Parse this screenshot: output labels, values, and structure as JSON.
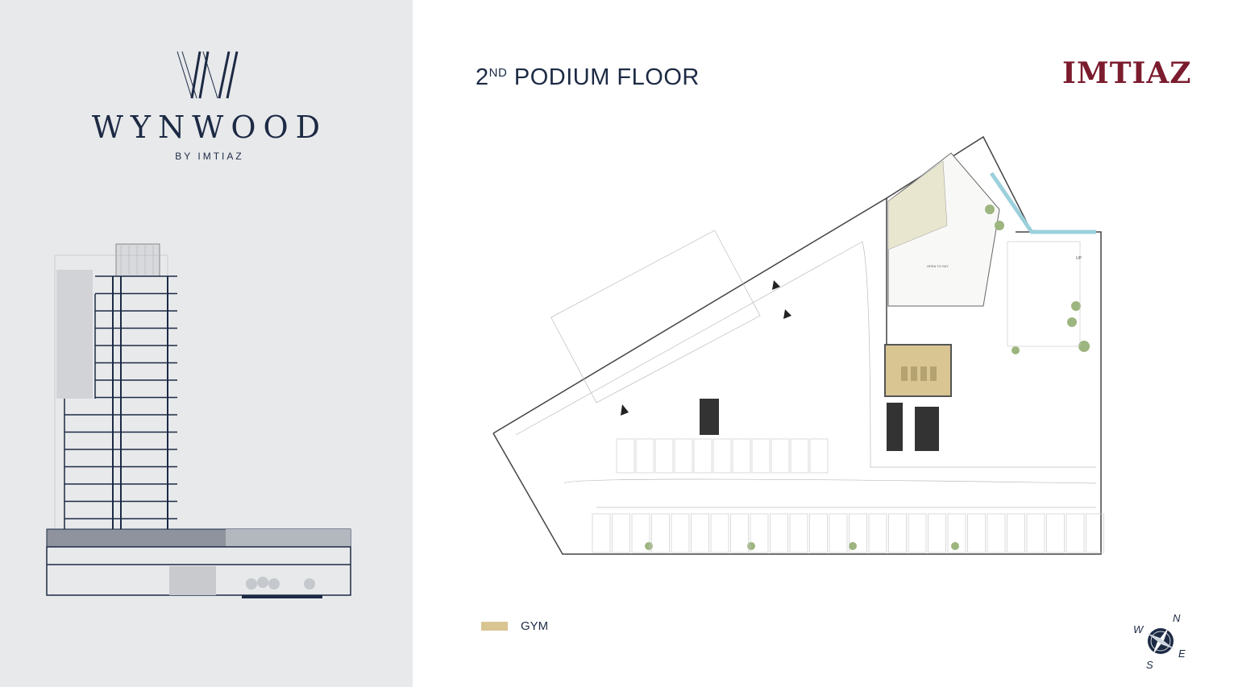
{
  "brand": {
    "name": "WYNWOOD",
    "subtitle": "BY IMTIAZ",
    "developer_logo": "IMTIAZ"
  },
  "page": {
    "title_number": "2",
    "title_suffix": "ND",
    "title_rest": " PODIUM FLOOR"
  },
  "plan_labels": {
    "open_to_sky": "OPEN TO SKY",
    "up": "UP"
  },
  "legend": [
    {
      "label": "GYM",
      "color": "#d8c592"
    }
  ],
  "compass": {
    "n": "N",
    "e": "E",
    "s": "S",
    "w": "W"
  },
  "colors": {
    "navy": "#1c2a44",
    "maroon": "#7b1c2e",
    "gym": "#d8c592",
    "panel": "#e8e9eb"
  }
}
